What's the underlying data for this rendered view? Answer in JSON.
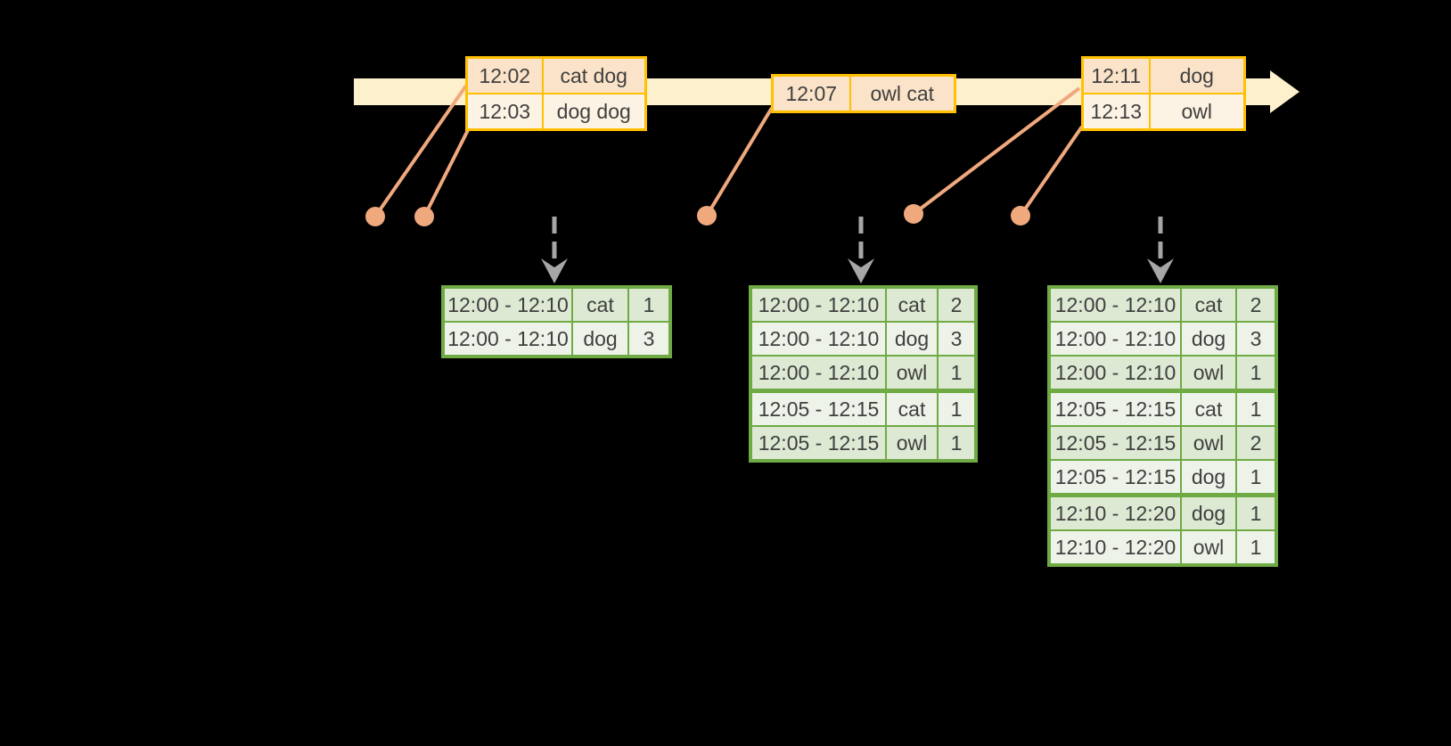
{
  "diagram": {
    "kind": "event-time windowed aggregation timeline",
    "background": "#000000"
  },
  "colors": {
    "timeline_band": "#fdf0cc",
    "input_table_border": "#ffc000",
    "input_row_dark": "#fae3c8",
    "input_row_light": "#fdf3e4",
    "event_marker": "#f0a87d",
    "trigger_arrow": "#a6a6a6",
    "result_table_border": "#6faa45",
    "result_row_dark": "#dde9d3",
    "result_row_light": "#eef3ea",
    "table_text": "#3f3f3f"
  },
  "input_tables": [
    {
      "rows": [
        [
          "12:02",
          "cat dog"
        ],
        [
          "12:03",
          "dog dog"
        ]
      ]
    },
    {
      "rows": [
        [
          "12:07",
          "owl cat"
        ]
      ]
    },
    {
      "rows": [
        [
          "12:11",
          "dog"
        ],
        [
          "12:13",
          "owl"
        ]
      ]
    }
  ],
  "result_tables": [
    {
      "rows": [
        [
          "12:00 - 12:10",
          "cat",
          "1"
        ],
        [
          "12:00 - 12:10",
          "dog",
          "3"
        ]
      ],
      "group_breaks": []
    },
    {
      "rows": [
        [
          "12:00 - 12:10",
          "cat",
          "2"
        ],
        [
          "12:00 - 12:10",
          "dog",
          "3"
        ],
        [
          "12:00 - 12:10",
          "owl",
          "1"
        ],
        [
          "12:05 - 12:15",
          "cat",
          "1"
        ],
        [
          "12:05 - 12:15",
          "owl",
          "1"
        ]
      ],
      "group_breaks": [
        3
      ]
    },
    {
      "rows": [
        [
          "12:00 - 12:10",
          "cat",
          "2"
        ],
        [
          "12:00 - 12:10",
          "dog",
          "3"
        ],
        [
          "12:00 - 12:10",
          "owl",
          "1"
        ],
        [
          "12:05 - 12:15",
          "cat",
          "1"
        ],
        [
          "12:05 - 12:15",
          "owl",
          "2"
        ],
        [
          "12:05 - 12:15",
          "dog",
          "1"
        ],
        [
          "12:10 - 12:20",
          "dog",
          "1"
        ],
        [
          "12:10 - 12:20",
          "owl",
          "1"
        ]
      ],
      "group_breaks": [
        3,
        6
      ]
    }
  ]
}
